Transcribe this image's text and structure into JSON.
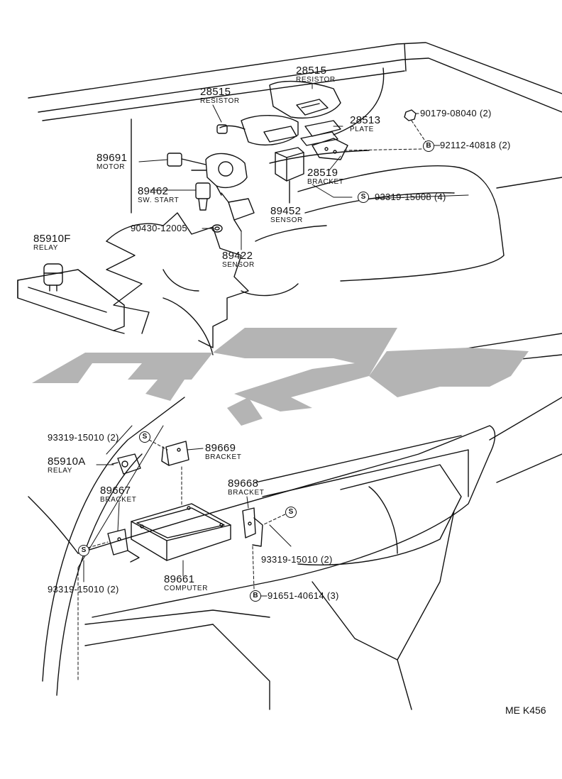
{
  "diagram": {
    "code": "ME K456",
    "fastener_symbol_s": "S",
    "fastener_symbol_b": "B"
  },
  "parts": {
    "resistor_a": {
      "number": "28515",
      "name": "RESISTOR"
    },
    "resistor_b": {
      "number": "28515",
      "name": "RESISTOR"
    },
    "plate": {
      "number": "28513",
      "name": "PLATE"
    },
    "nut_90179": {
      "part": "90179-08040 (2)"
    },
    "bolt_92112": {
      "part": "92112-40818 (2)"
    },
    "motor": {
      "number": "89691",
      "name": "MOTOR"
    },
    "bracket_28519": {
      "number": "28519",
      "name": "BRACKET"
    },
    "screw_93319_15008": {
      "part": "93319-15008 (4)"
    },
    "sw_start": {
      "number": "89462",
      "name": "SW. START"
    },
    "sensor_89452": {
      "number": "89452",
      "name": "SENSOR"
    },
    "gasket": {
      "part": "90430-12005"
    },
    "relay_85910f": {
      "number": "85910F",
      "name": "RELAY"
    },
    "sensor_89422": {
      "number": "89422",
      "name": "SENSOR"
    },
    "screw_top_left": {
      "part": "93319-15010 (2)"
    },
    "bracket_89669": {
      "number": "89669",
      "name": "BRACKET"
    },
    "relay_85910a": {
      "number": "85910A",
      "name": "RELAY"
    },
    "bracket_89668": {
      "number": "89668",
      "name": "BRACKET"
    },
    "bracket_89667": {
      "number": "89667",
      "name": "BRACKET"
    },
    "screw_right": {
      "part": "93319-15010 (2)"
    },
    "screw_bottom_left": {
      "part": "93319-15010 (2)"
    },
    "computer": {
      "number": "89661",
      "name": "COMPUTER"
    },
    "bolt_91651": {
      "part": "91651-40614 (3)"
    }
  }
}
